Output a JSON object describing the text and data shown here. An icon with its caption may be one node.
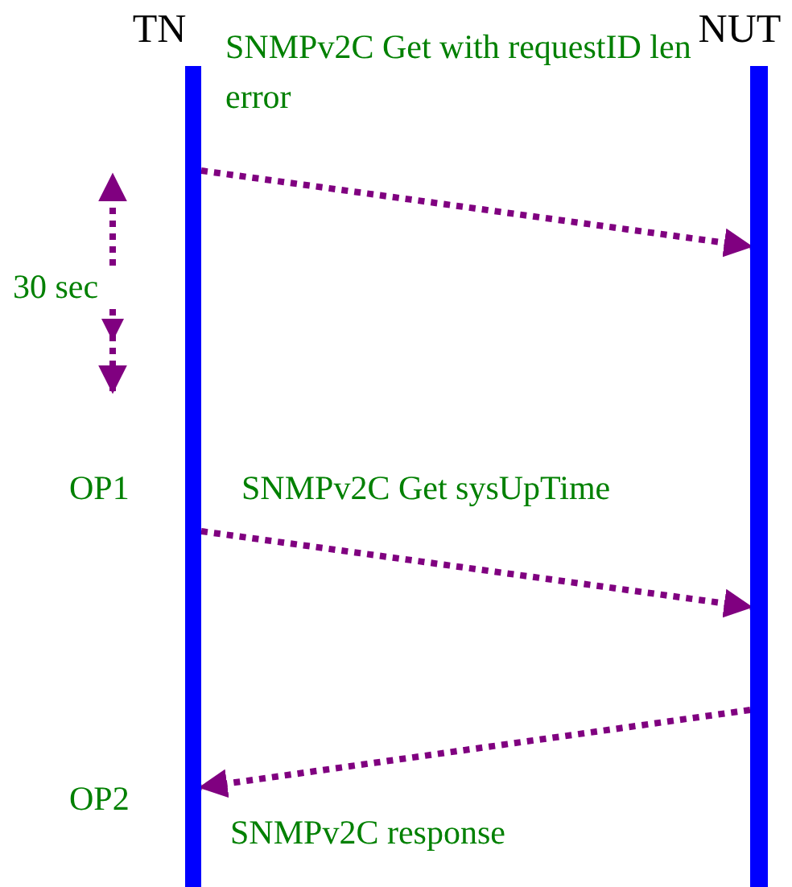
{
  "diagram": {
    "nodes": [
      {
        "text": [
          "TN"
        ]
      },
      {
        "text": [
          "NUT"
        ]
      }
    ],
    "edges": [
      {
        "from": 0,
        "to": 1,
        "arrow": "to",
        "label": "SNMPv2C Get with requestID len error",
        "style": "dashed"
      },
      {
        "from": 0,
        "to": 1,
        "arrow": "to",
        "label": "SNMPv2C Get sysUpTime",
        "style": "dashed"
      },
      {
        "from": 1,
        "to": 0,
        "arrow": "to",
        "label": "SNMPv2C response",
        "style": "dashed"
      }
    ],
    "labels": [
      "30 sec",
      "OP1",
      "OP2"
    ]
  }
}
